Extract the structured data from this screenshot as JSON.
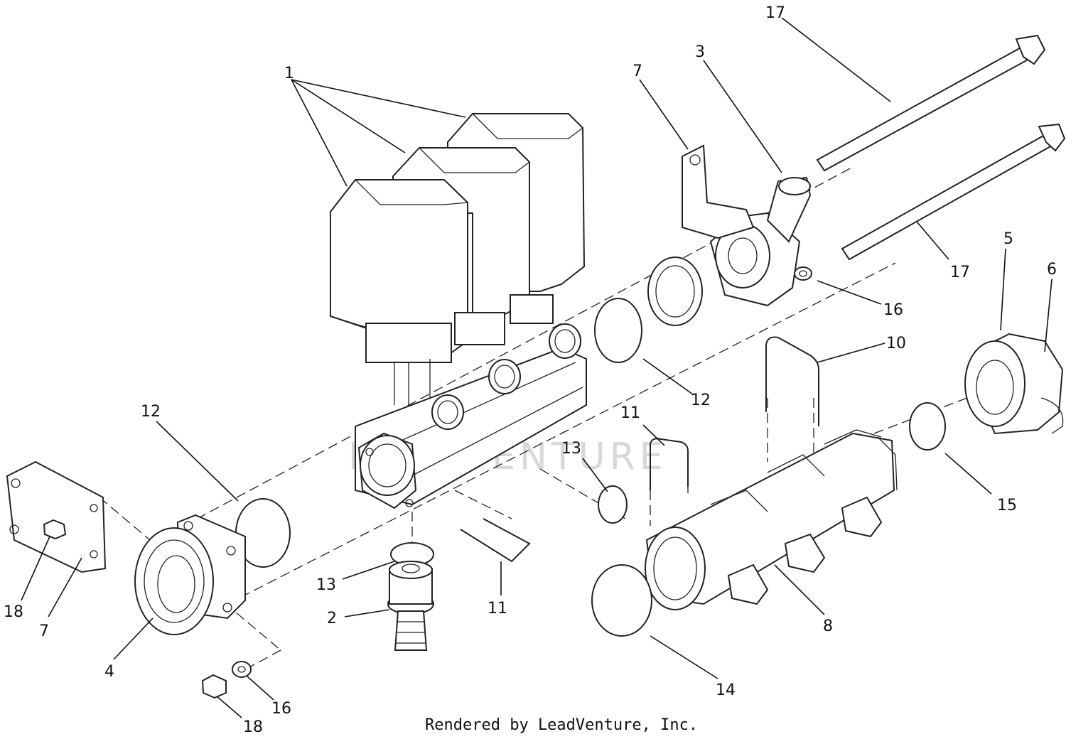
{
  "diagram": {
    "labels": {
      "l1": "1",
      "l2": "2",
      "l3": "3",
      "l4": "4",
      "l5": "5",
      "l6": "6",
      "l7a": "7",
      "l7b": "7",
      "l8": "8",
      "l10": "10",
      "l11a": "11",
      "l11b": "11",
      "l12a": "12",
      "l12b": "12",
      "l13a": "13",
      "l13b": "13",
      "l14": "14",
      "l15": "15",
      "l16a": "16",
      "l16b": "16",
      "l17a": "17",
      "l17b": "17",
      "l18a": "18",
      "l18b": "18"
    },
    "watermark": "LEADVENTURE",
    "footer": "Rendered by LeadVenture, Inc."
  }
}
